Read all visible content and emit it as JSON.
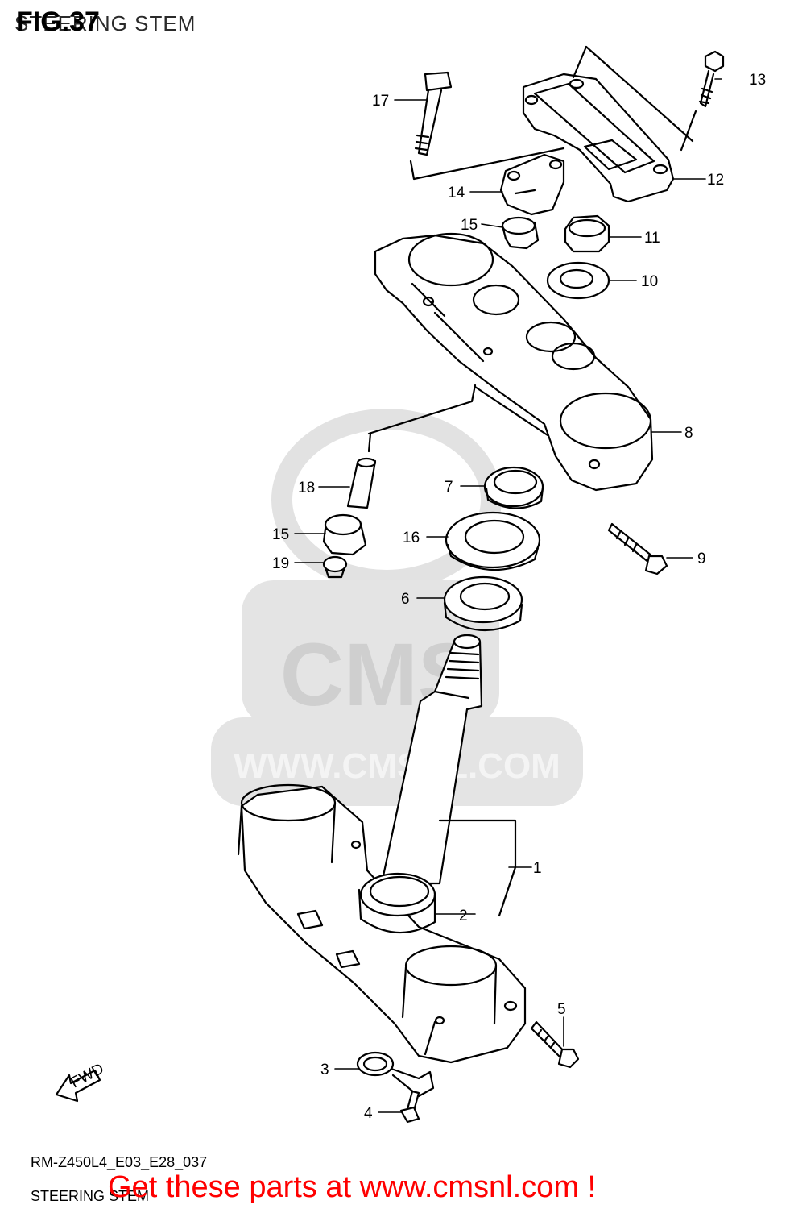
{
  "header": {
    "fig_label": "FIG.37",
    "subtitle": "STEERING STEM"
  },
  "watermark": {
    "logo_text": "CMS",
    "url_text": "WWW.CMSNL.COM"
  },
  "fwd_label": "FWD",
  "callouts": [
    "1",
    "2",
    "3",
    "4",
    "5",
    "6",
    "7",
    "8",
    "9",
    "10",
    "11",
    "12",
    "13",
    "14",
    "15",
    "15",
    "16",
    "17",
    "18",
    "19"
  ],
  "footer": {
    "model_code": "RM-Z450L4_E03_E28_037",
    "title": "STEERING STEM",
    "promo_text": "Get these parts at www.cmsnl.com !"
  },
  "colors": {
    "line": "#000000",
    "watermark": "#d9d9d9",
    "promo": "#ff0000"
  }
}
